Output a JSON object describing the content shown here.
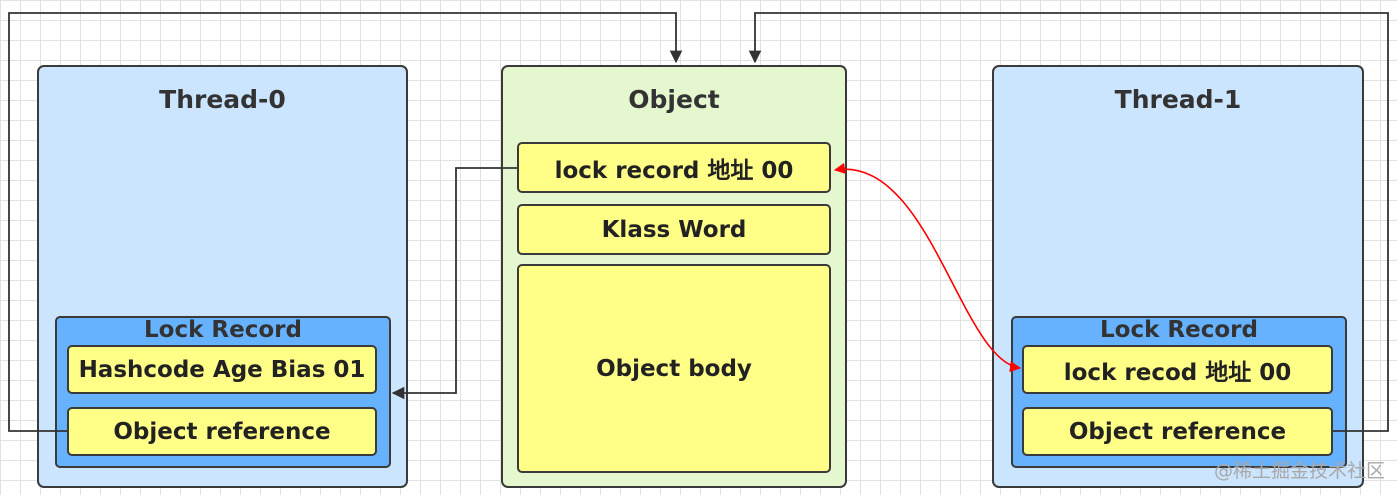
{
  "thread0": {
    "title": "Thread-0",
    "lock_record": {
      "title": "Lock Record",
      "header_cell": "Hashcode Age Bias 01",
      "reference_cell": "Object reference"
    }
  },
  "object": {
    "title": "Object",
    "mark_word": "lock  record 地址 00",
    "klass_word": "Klass Word",
    "body": "Object body"
  },
  "thread1": {
    "title": "Thread-1",
    "lock_record": {
      "title": "Lock Record",
      "header_cell": "lock recod 地址 00",
      "reference_cell": "Object reference"
    }
  },
  "watermark": "@稀土掘金技术社区",
  "colors": {
    "thread_panel": "#cce5ff",
    "object_panel": "#e4f7cf",
    "lock_record": "#66b2ff",
    "cell": "#ffff88",
    "connector": "#333333",
    "cas_arrow": "#ff0000"
  }
}
